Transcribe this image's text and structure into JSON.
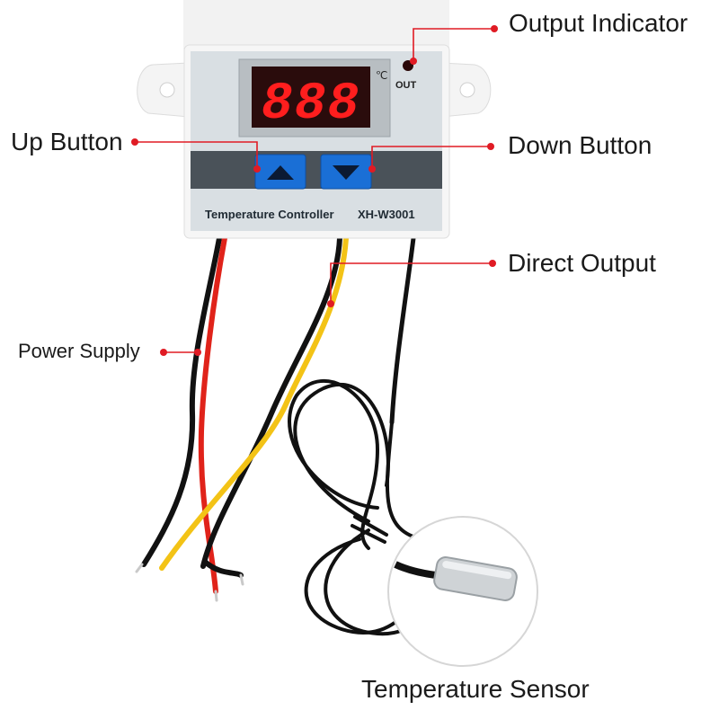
{
  "device": {
    "model_label": "Temperature Controller",
    "model_code": "XH-W3001",
    "display_digits": "888",
    "unit_label": "℃",
    "out_label": "OUT",
    "up_button_icon": "triangle-up-icon",
    "down_button_icon": "triangle-down-icon"
  },
  "callouts": {
    "output_indicator": "Output Indicator",
    "up_button": "Up Button",
    "down_button": "Down Button",
    "direct_output": "Direct Output",
    "power_supply": "Power Supply",
    "temperature_sensor": "Temperature Sensor"
  },
  "colors": {
    "callout_line": "#e01b24",
    "display_bg": "#2a0c0c",
    "display_digits": "#ff1e1e",
    "button_blue": "#1a6fd6",
    "panel": "#d9dfe3",
    "dark_band": "#4a5259",
    "wire_red": "#e0231a",
    "wire_yellow": "#f3c316",
    "wire_black": "#111111"
  }
}
